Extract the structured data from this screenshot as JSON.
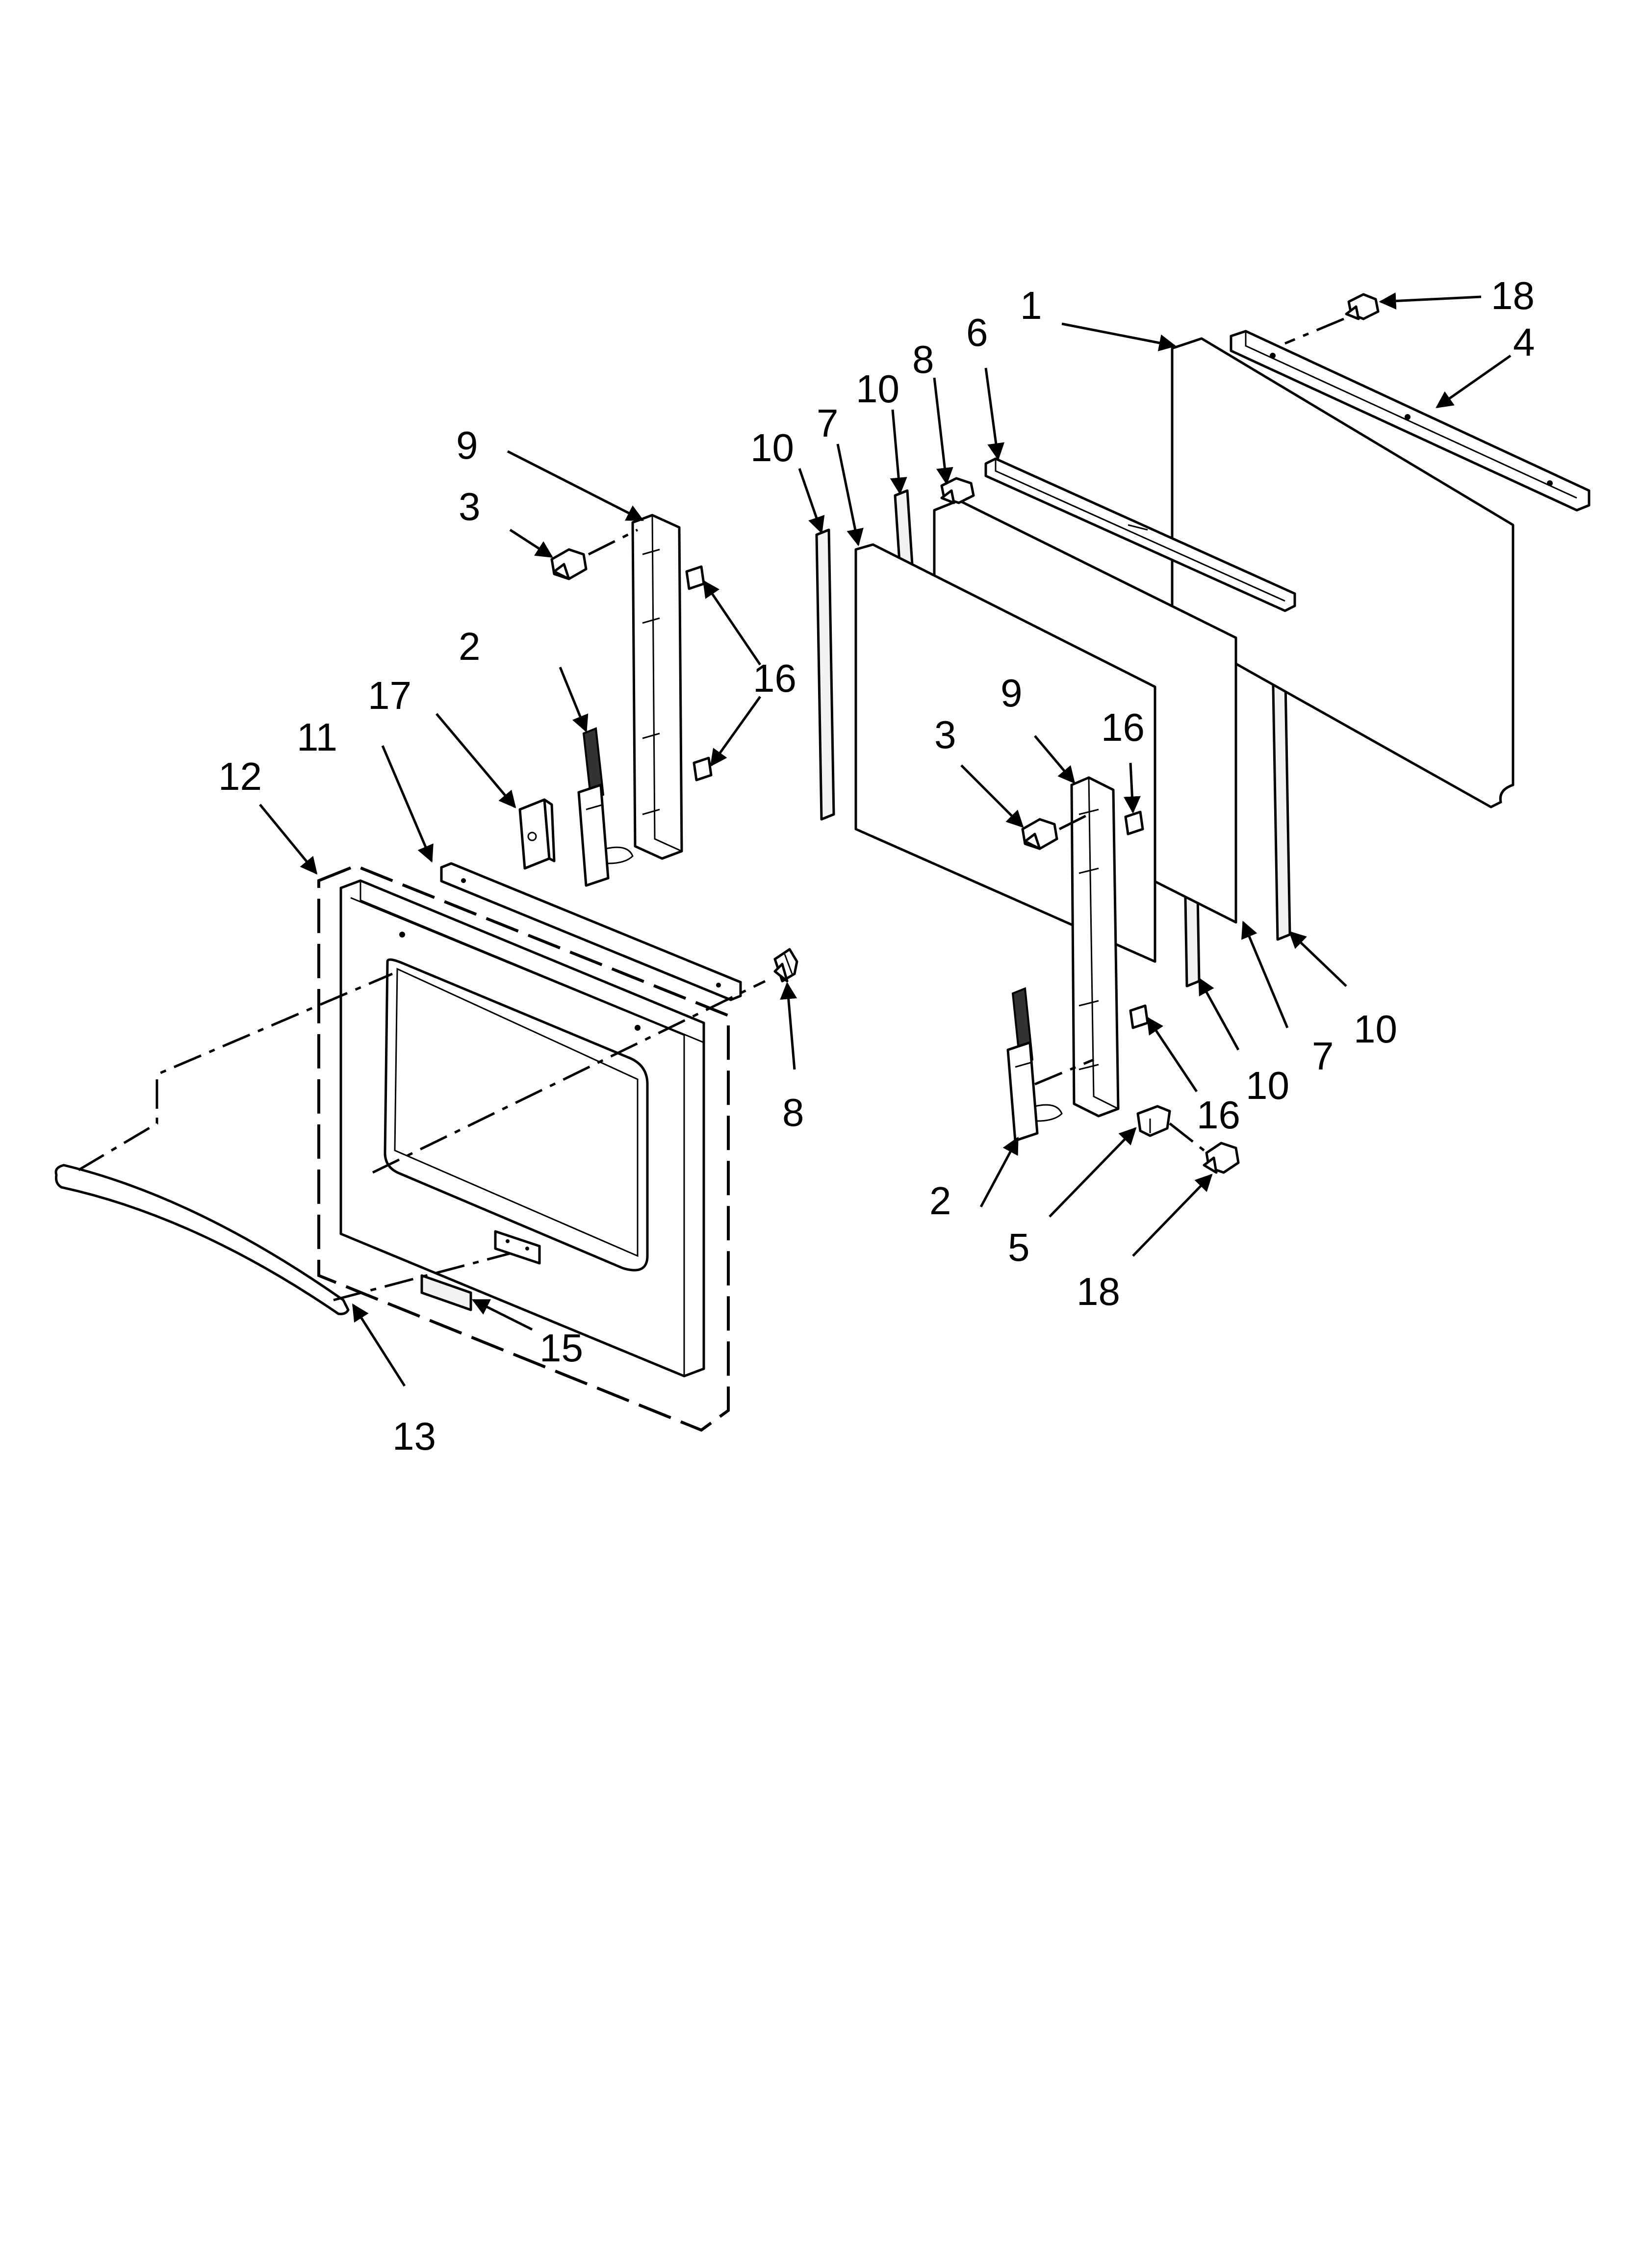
{
  "callouts": [
    {
      "id": "c1",
      "label": "1"
    },
    {
      "id": "c2a",
      "label": "2"
    },
    {
      "id": "c2b",
      "label": "2"
    },
    {
      "id": "c3a",
      "label": "3"
    },
    {
      "id": "c3b",
      "label": "3"
    },
    {
      "id": "c4",
      "label": "4"
    },
    {
      "id": "c5",
      "label": "5"
    },
    {
      "id": "c6",
      "label": "6"
    },
    {
      "id": "c7a",
      "label": "7"
    },
    {
      "id": "c7b",
      "label": "7"
    },
    {
      "id": "c8a",
      "label": "8"
    },
    {
      "id": "c8b",
      "label": "8"
    },
    {
      "id": "c9a",
      "label": "9"
    },
    {
      "id": "c9b",
      "label": "9"
    },
    {
      "id": "c10a",
      "label": "10"
    },
    {
      "id": "c10b",
      "label": "10"
    },
    {
      "id": "c10c",
      "label": "10"
    },
    {
      "id": "c10d",
      "label": "10"
    },
    {
      "id": "c11",
      "label": "11"
    },
    {
      "id": "c12",
      "label": "12"
    },
    {
      "id": "c13",
      "label": "13"
    },
    {
      "id": "c15",
      "label": "15"
    },
    {
      "id": "c16a",
      "label": "16"
    },
    {
      "id": "c16b",
      "label": "16"
    },
    {
      "id": "c16c",
      "label": "16"
    },
    {
      "id": "c17",
      "label": "17"
    },
    {
      "id": "c18a",
      "label": "18"
    },
    {
      "id": "c18b",
      "label": "18"
    }
  ]
}
